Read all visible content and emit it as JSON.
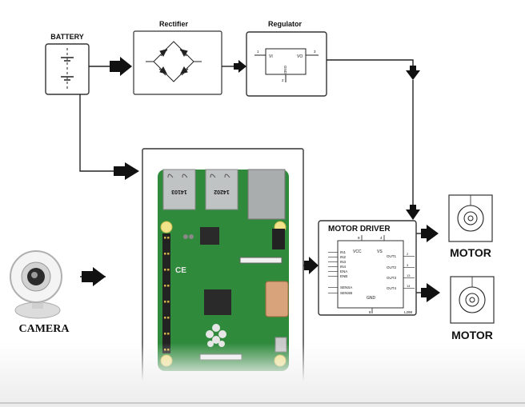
{
  "labels": {
    "battery": "BATTERY",
    "rectifier": "Rectifier",
    "regulator": "Regulator",
    "camera": "CAMERA",
    "motor_driver": "MOTOR DRIVER",
    "motor1": "MOTOR",
    "motor2": "MOTOR"
  },
  "regulator_pins": {
    "vi": "VI",
    "vo": "VO",
    "gnd": "GND",
    "pin1": "1",
    "pin2": "2",
    "pin3": "3"
  },
  "rpi": {
    "usb1": "14103",
    "usb2": "14202",
    "ce": "CE"
  },
  "driver": {
    "vcc": "VCC",
    "vs": "VS",
    "gnd": "GND",
    "chip": "L298",
    "pin_top_left": "9",
    "pin_top_right": "4",
    "pin_bottom": "8",
    "inputs": [
      "IN1",
      "IN2",
      "IN3",
      "IN4",
      "ENA",
      "ENB",
      "SENSA",
      "SENSB"
    ],
    "outputs": [
      "OUT1",
      "OUT2",
      "OUT3",
      "OUT4"
    ],
    "out_pins": [
      "2",
      "3",
      "13",
      "14"
    ]
  },
  "colors": {
    "pcb": "#2f8a3c",
    "arrow": "#111111",
    "wire": "#222222"
  }
}
